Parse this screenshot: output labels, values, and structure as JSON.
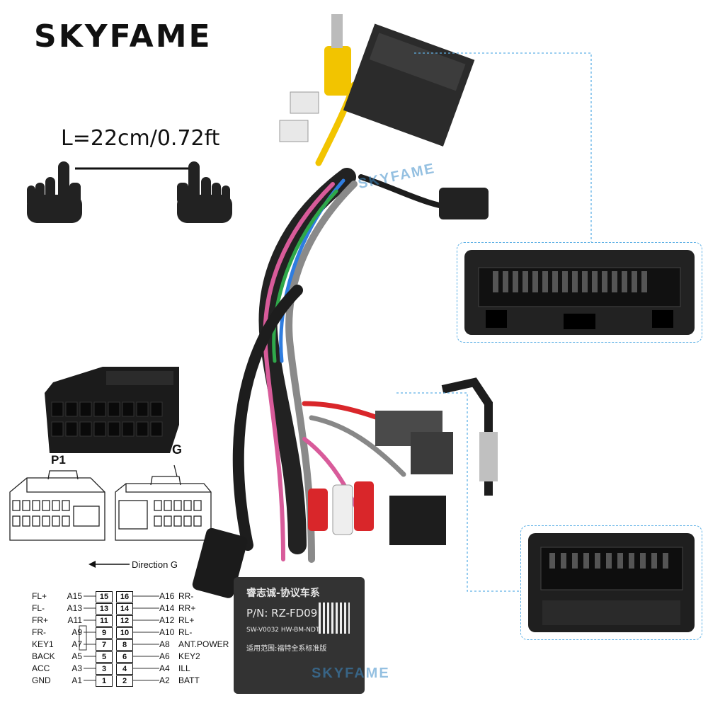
{
  "brand": "SKYFAME",
  "length_label": "L=22cm/0.72ft",
  "connector_labels": {
    "p1": "P1",
    "g": "G"
  },
  "direction_label": "Direction G",
  "module": {
    "line1": "睿志诚-协议车系",
    "line2": "P/N: RZ-FD09",
    "line3": "SW-V0032 HW-BM-NDTL-0303",
    "line4": "适用范围:福特全系标准版"
  },
  "watermark": "SKYFAME",
  "pinout": [
    {
      "left_name": "FL+",
      "left_code": "A15",
      "left_pin": "15",
      "right_pin": "16",
      "right_code": "A16",
      "right_name": "RR-"
    },
    {
      "left_name": "FL-",
      "left_code": "A13",
      "left_pin": "13",
      "right_pin": "14",
      "right_code": "A14",
      "right_name": "RR+"
    },
    {
      "left_name": "FR+",
      "left_code": "A11",
      "left_pin": "11",
      "right_pin": "12",
      "right_code": "A12",
      "right_name": "RL+"
    },
    {
      "left_name": "FR-",
      "left_code": "A9",
      "left_pin": "9",
      "right_pin": "10",
      "right_code": "A10",
      "right_name": "RL-"
    },
    {
      "left_name": "KEY1",
      "left_code": "A7",
      "left_pin": "7",
      "right_pin": "8",
      "right_code": "A8",
      "right_name": "ANT.POWER"
    },
    {
      "left_name": "BACK",
      "left_code": "A5",
      "left_pin": "5",
      "right_pin": "6",
      "right_code": "A6",
      "right_name": "KEY2"
    },
    {
      "left_name": "ACC",
      "left_code": "A3",
      "left_pin": "3",
      "right_pin": "4",
      "right_code": "A4",
      "right_name": "ILL"
    },
    {
      "left_name": "GND",
      "left_code": "A1",
      "left_pin": "1",
      "right_pin": "2",
      "right_code": "A2",
      "right_name": "BATT"
    }
  ],
  "colors": {
    "inset_border": "#5fb1e6",
    "wire_yellow": "#f2c400",
    "wire_red": "#d9262a",
    "connector_black": "#1a1a1a"
  }
}
